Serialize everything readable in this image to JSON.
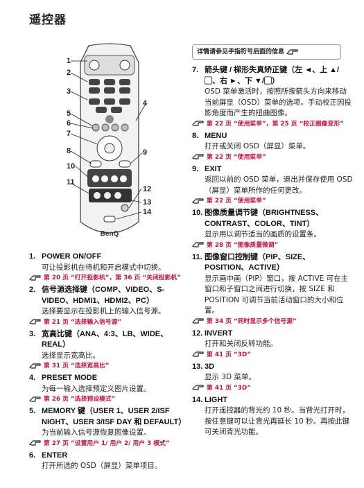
{
  "page": {
    "title": "遥控器"
  },
  "hint": "详情请参见手指符号后面的信息",
  "callouts": [
    "1",
    "2",
    "3",
    "4",
    "5",
    "6",
    "7",
    "8",
    "9",
    "10",
    "11",
    "12",
    "13",
    "14"
  ],
  "remote": {
    "brand": "BenQ"
  },
  "items": [
    {
      "num": "1.",
      "head": "POWER ON/OFF",
      "body": "可让投影机在待机和开启模式中切换。",
      "ref": "第 20 页 “打开投影机”，第 36 页 “关闭投影机”"
    },
    {
      "num": "2.",
      "head": "信号源选择键（COMP、VIDEO、S-VIDEO、HDMI1、HDMI2、PC）",
      "body": "选择要显示在投影机上的输入信号源。",
      "ref": "第 21 页 “选择输入信号源”"
    },
    {
      "num": "3.",
      "head": "宽高比键（ANA、4:3、LB、WIDE、REAL）",
      "body": "选择显示宽高比。",
      "ref": "第 31 页 “选择宽高比”"
    },
    {
      "num": "4.",
      "head": "PRESET MODE",
      "body": "为每一输入选择预定义图片设置。",
      "ref": "第 26 页 “选择预设模式”"
    },
    {
      "num": "5.",
      "head": "MEMORY 键（USER 1、USER 2/ISF NIGHT、USER 3/ISF DAY 和 DEFAULT）",
      "body": "为当前输入信号源恢复图像设置。",
      "ref": "第 27 页 “设置用户 1/ 用户 2/ 用户 3 模式”"
    },
    {
      "num": "6.",
      "head": "ENTER",
      "body": "打开所选的 OSD（屏显）菜单项目。",
      "ref": ""
    },
    {
      "num": "7.",
      "head": "箭头键 / 梯形失真矫正键（左 ◄、上 ▲/▢、右 ►、下 ▼/▢）",
      "body": "OSD 菜单激活时，按照所按箭头方向来移动当前屏显（OSD）菜单的选项。手动校正因投影角度而产生的扭曲图像。",
      "ref": "第 22 页 “使用菜单”，第 25 页 “校正图像变形”"
    },
    {
      "num": "8.",
      "head": "MENU",
      "body": "打开或关闭 OSD（屏显）菜单。",
      "ref": "第 22 页 “使用菜单”"
    },
    {
      "num": "9.",
      "head": "EXIT",
      "body": "返回以前的 OSD 菜单，退出并保存使用 OSD（屏显）菜单所作的任何更改。",
      "ref": "第 22 页 “使用菜单”"
    },
    {
      "num": "10.",
      "head": "图像质量调节键（BRIGHTNESS、CONTRAST、COLOR、TINT）",
      "body": "显示用以调节适当的画质的设置条。",
      "ref": "第 28 页 “图像质量微调”"
    },
    {
      "num": "11.",
      "head": "图像窗口控制键（PIP、SIZE、POSITION、ACTIVE）",
      "body": "显示画中画（PIP）窗口，按 ACTIVE 可在主窗口和子窗口之间进行切换，按 SIZE 和 POSITION 可调节当前活动窗口的大小和位置。",
      "ref": "第 34 页 “同时显示多个信号源”"
    },
    {
      "num": "12.",
      "head": "INVERT",
      "body": "打开和关闭反转功能。",
      "ref": "第 41 页 “3D”"
    },
    {
      "num": "13.",
      "head": "3D",
      "body": "显示 3D 菜单。",
      "ref": "第 41 页 “3D”"
    },
    {
      "num": "14.",
      "head": "LIGHT",
      "body": "打开遥控器的背光约 10 秒。当背光打开时，按任意键可以让背光再延长 10 秒。再按此键可关闭背光功能。",
      "ref": ""
    }
  ]
}
